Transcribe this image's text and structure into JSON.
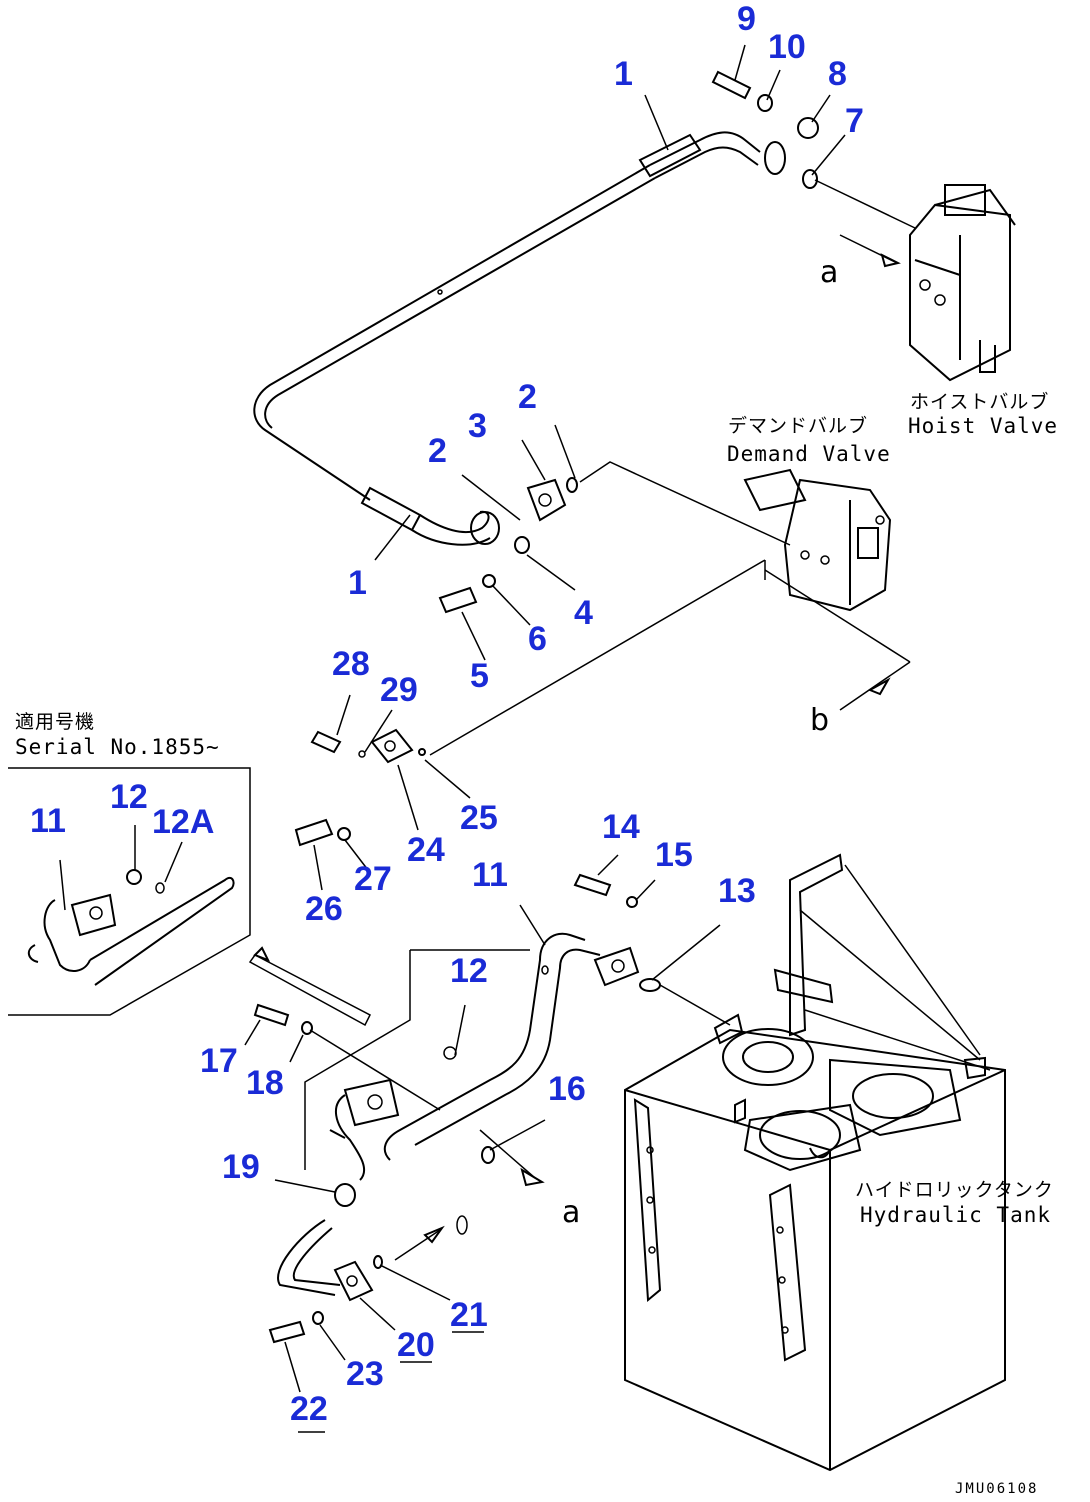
{
  "labels": {
    "hoist_valve_jp": "ホイストバルブ",
    "hoist_valve_en": "Hoist Valve",
    "demand_valve_jp": "デマンドバルブ",
    "demand_valve_en": "Demand Valve",
    "hydraulic_tank_jp": "ハイドロリックタンク",
    "hydraulic_tank_en": "Hydraulic Tank",
    "serial_jp": "適用号機",
    "serial_en": "Serial No.1855~",
    "ref_a": "a",
    "ref_b": "b",
    "drawing_code": "JMU06108"
  },
  "parts": [
    "1",
    "10",
    "9",
    "8",
    "7",
    "1",
    "2",
    "3",
    "2",
    "4",
    "6",
    "5",
    "28",
    "29",
    "25",
    "24",
    "27",
    "26",
    "11",
    "12",
    "12A",
    "14",
    "15",
    "13",
    "11",
    "12",
    "16",
    "17",
    "18",
    "19",
    "21",
    "20",
    "23",
    "22"
  ]
}
